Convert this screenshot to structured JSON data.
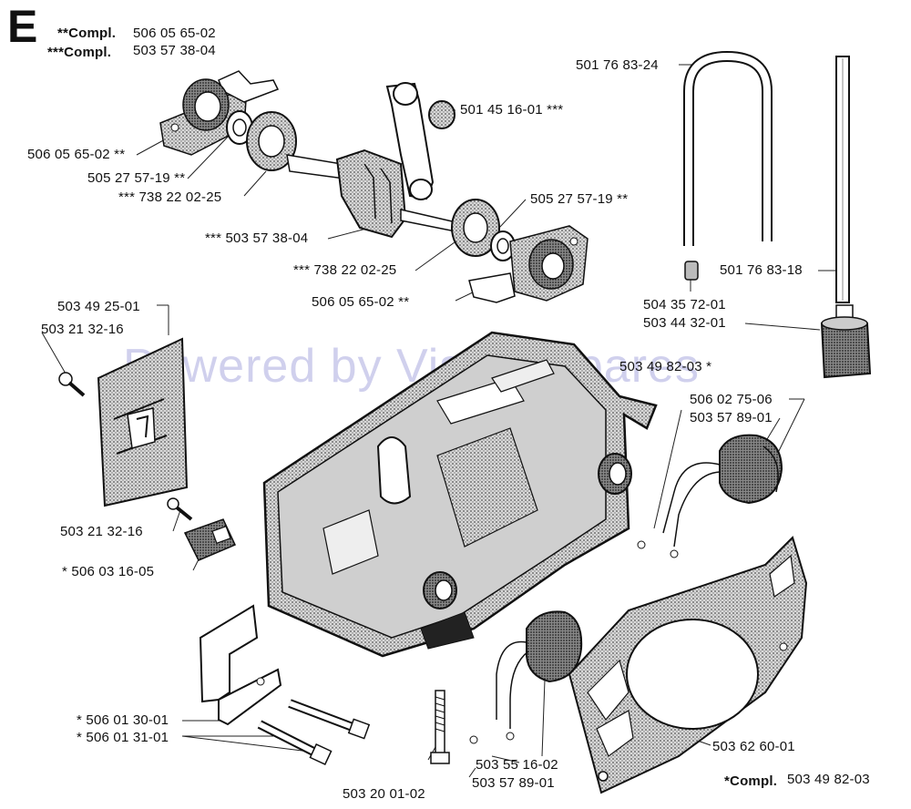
{
  "section_letter": "E",
  "watermark": "Powered by Vision Spares",
  "header": {
    "line1_prefix": "**Compl.",
    "line1_part": "506 05 65-02",
    "line2_prefix": "***Compl.",
    "line2_part": "503 57 38-04"
  },
  "labels": {
    "bearing_housing_top": "506 05 65-02 **",
    "seal_left": "505 27 57-19 **",
    "bearing_left": "*** 738 22 02-25",
    "needle_bearing": "501 45 16-01 ***",
    "seal_right": "505 27 57-19 **",
    "crankshaft": "*** 503 57 38-04",
    "bearing_right": "*** 738 22 02-25",
    "bearing_housing_bottom": "506 05 65-02 **",
    "tube_u": "501 76 83-24",
    "tube_straight": "501 76 83-18",
    "plug": "504 35 72-01",
    "filter": "503 44 32-01",
    "chain_guide_plate": "503 49 25-01",
    "screw_top": "503 21 32-16",
    "crankcase": "503 49 82-03 *",
    "screw_bottom": "503 21 32-16",
    "nut_block": "* 506 03 16-05",
    "switch_top_a": "506 02 75-06",
    "switch_top_b": "503 57 89-01",
    "bracket": "* 506 01 30-01",
    "bolt": "* 506 01 31-01",
    "long_screw": "503 20 01-02",
    "switch_bottom_a": "503 55 16-02",
    "switch_bottom_b": "503 57 89-01",
    "cover_plate": "503 62 60-01",
    "footer_prefix": "*Compl.",
    "footer_part": "503 49 82-03"
  }
}
